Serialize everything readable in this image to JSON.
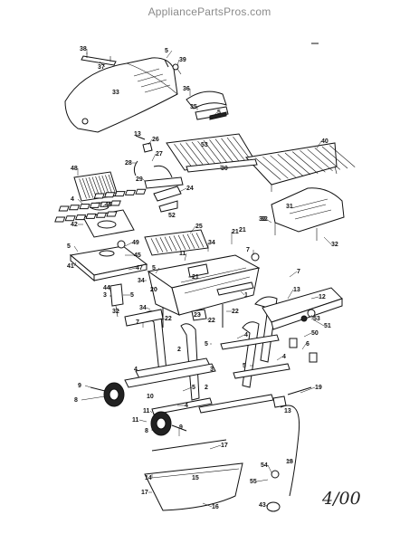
{
  "watermark": "AppliancePartsPros.com",
  "date_stamp": "4/00",
  "callouts": {
    "c1": "1",
    "c2": "2",
    "c2b": "2",
    "c3": "3",
    "c4": "4",
    "c4b": "4",
    "c4c": "4",
    "c4d": "4",
    "c5": "5",
    "c5b": "5",
    "c5c": "5",
    "c5d": "5",
    "c5e": "5",
    "c5f": "5",
    "c6": "6",
    "c7": "7",
    "c7b": "7",
    "c7c": "7",
    "c8": "8",
    "c8b": "8",
    "c9": "9",
    "c9b": "9",
    "c10": "10",
    "c11": "11",
    "c11b": "11",
    "c11c": "11",
    "c12": "12",
    "c13": "13",
    "c13b": "13",
    "c14": "14",
    "c15": "15",
    "c16": "16",
    "c17": "17",
    "c17b": "17",
    "c18": "18",
    "c19": "19",
    "c20": "20",
    "c21": "21",
    "c21b": "21",
    "c21c": "21",
    "c22": "22",
    "c22b": "22",
    "c22c": "22",
    "c23": "23",
    "c24": "24",
    "c25": "25",
    "c26": "26",
    "c27": "27",
    "c28": "28",
    "c29": "29",
    "c30": "30",
    "c31": "31",
    "c32": "32",
    "c32b": "32",
    "c32c": "32",
    "c33": "33",
    "c34": "34",
    "c34b": "34",
    "c34c": "34",
    "c35": "35",
    "c36": "36",
    "c37": "37",
    "c38": "38",
    "c39": "39",
    "c40": "40",
    "c41": "41",
    "c42": "42",
    "c43": "43",
    "c44": "44",
    "c45": "45",
    "c46": "46",
    "c47": "47",
    "c48": "48",
    "c49": "49",
    "c50": "50",
    "c51": "51",
    "c52": "52",
    "c53": "53",
    "c54": "54",
    "c55": "55"
  }
}
